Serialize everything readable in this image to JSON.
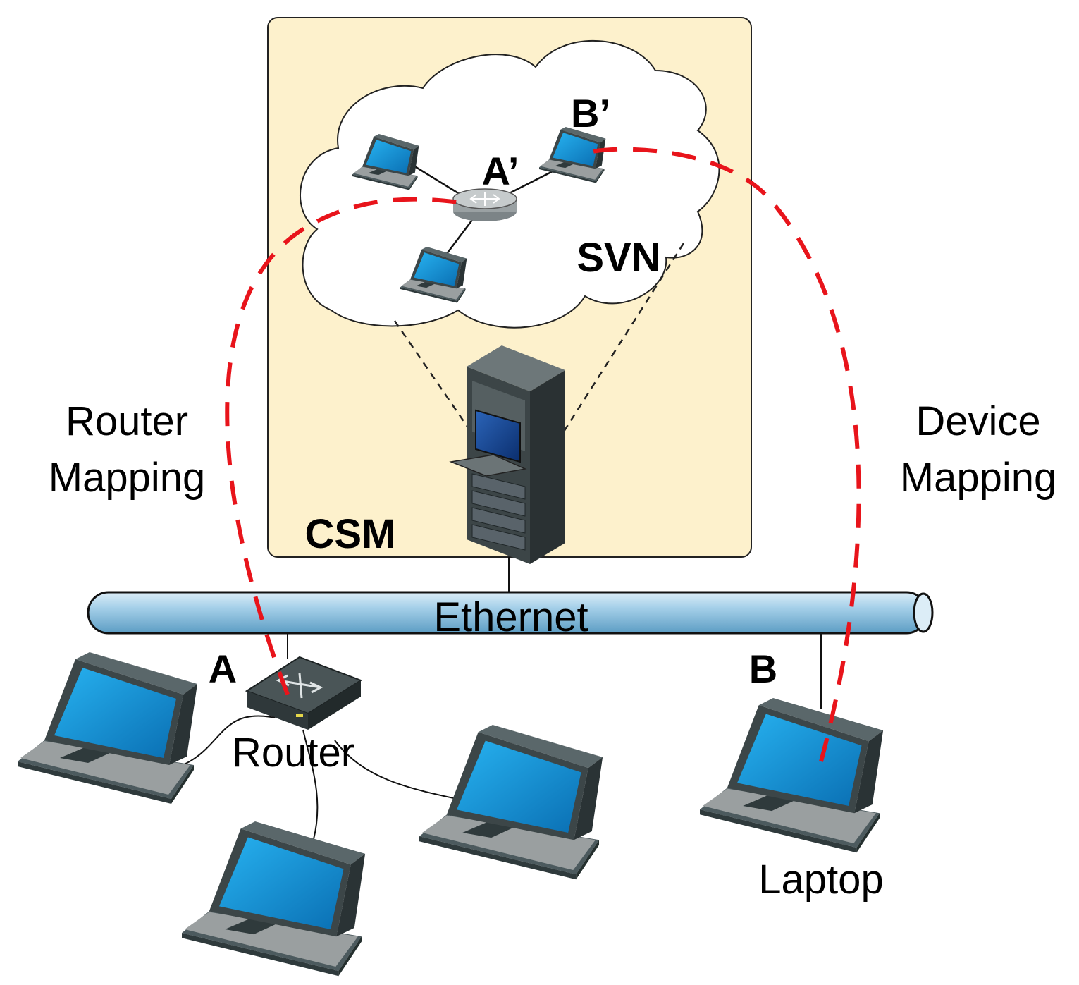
{
  "labels": {
    "csm": "CSM",
    "svn": "SVN",
    "a_prime": "A’",
    "b_prime": "B’",
    "router_mapping_line1": "Router",
    "router_mapping_line2": "Mapping",
    "device_mapping_line1": "Device",
    "device_mapping_line2": "Mapping",
    "ethernet": "Ethernet",
    "a": "A",
    "b": "B",
    "router": "Router",
    "laptop": "Laptop"
  },
  "colors": {
    "csm_panel": "#fdf1cc",
    "mapping_dash": "#e8141b",
    "bus_fill": "#8fc5e3",
    "laptop_screen": "#0f8fd6",
    "device_grey": "#3d4a4d"
  }
}
